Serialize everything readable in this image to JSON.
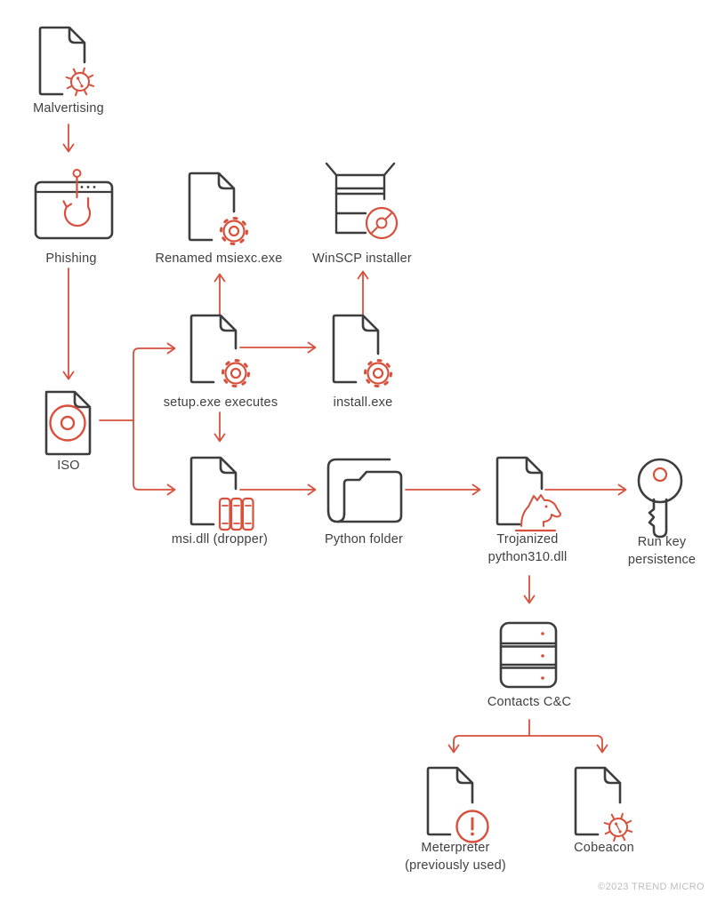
{
  "diagram": {
    "colors": {
      "accent": "#d8503c",
      "ink": "#3d3d3d",
      "label_text": "#3f3f3f",
      "footer_text": "#bdbdbd"
    },
    "footer": "©2023 TREND MICRO",
    "nodes": [
      {
        "id": "malvertising",
        "icon": "document-bug-icon",
        "label": "Malvertising"
      },
      {
        "id": "phishing",
        "icon": "browser-hook-icon",
        "label": "Phishing"
      },
      {
        "id": "iso",
        "icon": "document-disc-icon",
        "label": "ISO"
      },
      {
        "id": "renamed-msiexc",
        "icon": "document-gear-icon",
        "label": "Renamed msiexc.exe"
      },
      {
        "id": "winscp-installer",
        "icon": "package-disc-icon",
        "label": "WinSCP installer"
      },
      {
        "id": "setup-exe",
        "icon": "document-gear-icon",
        "label": "setup.exe executes"
      },
      {
        "id": "install-exe",
        "icon": "document-gear-icon",
        "label": "install.exe"
      },
      {
        "id": "msi-dll",
        "icon": "document-library-icon",
        "label": "msi.dll (dropper)"
      },
      {
        "id": "python-folder",
        "icon": "folder-icon",
        "label": "Python folder"
      },
      {
        "id": "trojanized-python310",
        "icon": "document-trojan-icon",
        "label": "Trojanized\npython310.dll"
      },
      {
        "id": "run-key",
        "icon": "key-icon",
        "label": "Run key\npersistence"
      },
      {
        "id": "contacts-cc",
        "icon": "server-icon",
        "label": "Contacts C&C"
      },
      {
        "id": "meterpreter",
        "icon": "document-alert-icon",
        "label": "Meterpreter\n(previously used)"
      },
      {
        "id": "cobeacon",
        "icon": "document-bug-icon",
        "label": "Cobeacon"
      }
    ],
    "edges": [
      {
        "from": "malvertising",
        "to": "phishing"
      },
      {
        "from": "phishing",
        "to": "iso"
      },
      {
        "from": "iso",
        "to": "setup-exe"
      },
      {
        "from": "iso",
        "to": "msi-dll"
      },
      {
        "from": "setup-exe",
        "to": "renamed-msiexc"
      },
      {
        "from": "setup-exe",
        "to": "install-exe"
      },
      {
        "from": "install-exe",
        "to": "winscp-installer"
      },
      {
        "from": "setup-exe",
        "to": "msi-dll"
      },
      {
        "from": "msi-dll",
        "to": "python-folder"
      },
      {
        "from": "python-folder",
        "to": "trojanized-python310"
      },
      {
        "from": "trojanized-python310",
        "to": "run-key"
      },
      {
        "from": "trojanized-python310",
        "to": "contacts-cc"
      },
      {
        "from": "contacts-cc",
        "to": "meterpreter"
      },
      {
        "from": "contacts-cc",
        "to": "cobeacon"
      }
    ]
  }
}
